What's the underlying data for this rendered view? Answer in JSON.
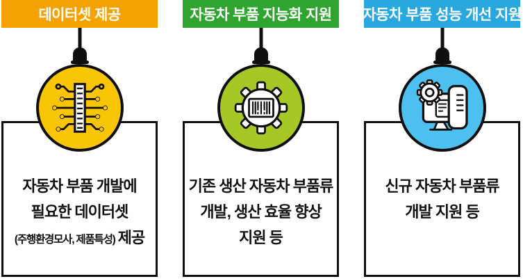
{
  "ink_color": "#0f0f0f",
  "columns": [
    {
      "header": {
        "label": "데이터셋 제공",
        "color": "#F5A200"
      },
      "circle": {
        "icon": "circuit-chip-icon",
        "color": "#F9C606"
      },
      "box": {
        "line1": "자동차 부품 개발에",
        "line2": "필요한 데이터셋",
        "line3_small": "(주행환경모사, 제품특성)",
        "line3_rest": "제공"
      }
    },
    {
      "header": {
        "label": "자동차 부품 지능화 지원",
        "color": "#2FA42E"
      },
      "circle": {
        "icon": "gear-barcode-icon",
        "color": "#A5C826"
      },
      "box": {
        "line1": "기존 생산 자동차 부품류",
        "line2": "개발, 생산 효율 향상",
        "line3": "지원 등"
      }
    },
    {
      "header": {
        "label": "자동차 부품 성능 개선 지원",
        "color": "#29A8E0"
      },
      "circle": {
        "icon": "computer-gear-icon",
        "color": "#4EC0F0"
      },
      "box": {
        "line1": "신규 자동차 부품류",
        "line2": "개발 지원 등"
      }
    }
  ]
}
